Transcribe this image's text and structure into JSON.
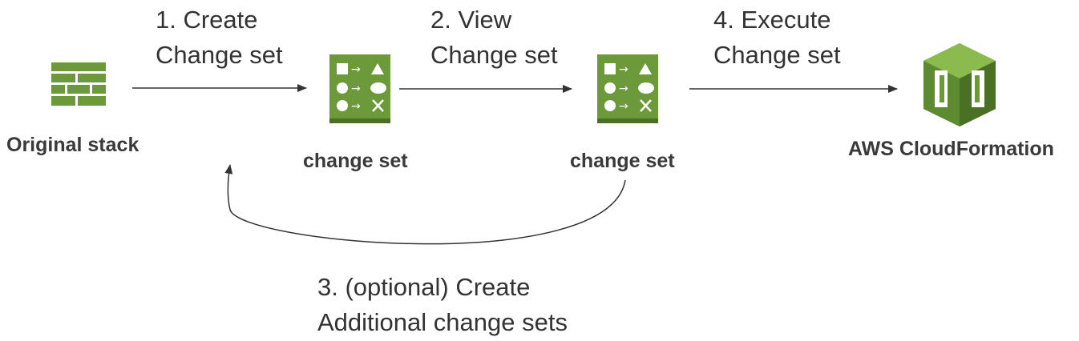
{
  "nodes": {
    "original_stack": {
      "label": "Original stack",
      "icon": "stack-icon"
    },
    "change_set_1": {
      "label": "change set",
      "icon": "change-set-icon"
    },
    "change_set_2": {
      "label": "change set",
      "icon": "change-set-icon"
    },
    "cloudformation": {
      "label": "AWS CloudFormation",
      "icon": "cloudformation-icon"
    }
  },
  "steps": {
    "create": {
      "line1": "1.   Create",
      "line2": "Change set"
    },
    "view": {
      "line1": "2. View",
      "line2": "Change set"
    },
    "optional": {
      "line1": "3. (optional) Create",
      "line2": "Additional change sets"
    },
    "execute": {
      "line1": "4. Execute",
      "line2": "Change set"
    }
  },
  "colors": {
    "icon_green": "#6c9a3a",
    "icon_light": "#8bbb4e",
    "icon_dark": "#4a7024",
    "arrow": "#333333"
  }
}
